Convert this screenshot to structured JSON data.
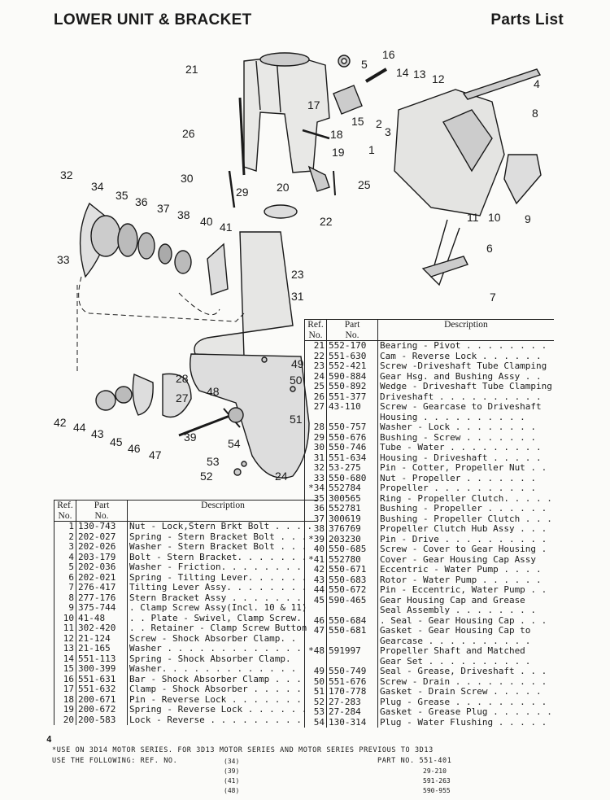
{
  "header": {
    "title": "LOWER UNIT & BRACKET",
    "right_title": "Parts List"
  },
  "callouts": [
    {
      "n": "1"
    },
    {
      "n": "2"
    },
    {
      "n": "3"
    },
    {
      "n": "4"
    },
    {
      "n": "5"
    },
    {
      "n": "6"
    },
    {
      "n": "7"
    },
    {
      "n": "8"
    },
    {
      "n": "9"
    },
    {
      "n": "10"
    },
    {
      "n": "11"
    },
    {
      "n": "12"
    },
    {
      "n": "13"
    },
    {
      "n": "14"
    },
    {
      "n": "15"
    },
    {
      "n": "16"
    },
    {
      "n": "17"
    },
    {
      "n": "18"
    },
    {
      "n": "19"
    },
    {
      "n": "20"
    },
    {
      "n": "21"
    },
    {
      "n": "22"
    },
    {
      "n": "23"
    },
    {
      "n": "24"
    },
    {
      "n": "25"
    },
    {
      "n": "26"
    },
    {
      "n": "27"
    },
    {
      "n": "28"
    },
    {
      "n": "29"
    },
    {
      "n": "30"
    },
    {
      "n": "31"
    },
    {
      "n": "32"
    },
    {
      "n": "33"
    },
    {
      "n": "34"
    },
    {
      "n": "35"
    },
    {
      "n": "36"
    },
    {
      "n": "37"
    },
    {
      "n": "38"
    },
    {
      "n": "39"
    },
    {
      "n": "40"
    },
    {
      "n": "41"
    },
    {
      "n": "42"
    },
    {
      "n": "43"
    },
    {
      "n": "44"
    },
    {
      "n": "45"
    },
    {
      "n": "46"
    },
    {
      "n": "47"
    },
    {
      "n": "48"
    },
    {
      "n": "49"
    },
    {
      "n": "50"
    },
    {
      "n": "51"
    },
    {
      "n": "52"
    },
    {
      "n": "53"
    },
    {
      "n": "54"
    }
  ],
  "table_headers": {
    "ref": "Ref.\nNo.",
    "part": "Part\nNo.",
    "desc": "Description"
  },
  "right_table": [
    {
      "ref": "21",
      "part": "552-170",
      "desc": "Bearing - Pivot . . . . . . . ."
    },
    {
      "ref": "22",
      "part": "551-630",
      "desc": "Cam - Reverse Lock . . . . . ."
    },
    {
      "ref": "23",
      "part": "552-421",
      "desc": "Screw -Driveshaft Tube Clamping"
    },
    {
      "ref": "24",
      "part": "590-884",
      "desc": "Gear Hsg. and Bushing Assy . ."
    },
    {
      "ref": "25",
      "part": "550-892",
      "desc": "Wedge - Driveshaft Tube Clamping"
    },
    {
      "ref": "26",
      "part": "551-377",
      "desc": "Driveshaft . . . . . . . . . ."
    },
    {
      "ref": "27",
      "part": "43-110",
      "desc": "Screw - Gearcase to Driveshaft"
    },
    {
      "ref": "",
      "part": "",
      "desc": "   Housing . . . . . . . . . ."
    },
    {
      "ref": "28",
      "part": "550-757",
      "desc": "Washer - Lock . . . . . . . ."
    },
    {
      "ref": "29",
      "part": "550-676",
      "desc": "Bushing - Screw . . . . . . ."
    },
    {
      "ref": "30",
      "part": "550-746",
      "desc": "Tube - Water . . . . . . . . ."
    },
    {
      "ref": "31",
      "part": "551-634",
      "desc": "Housing - Driveshaft . . . . ."
    },
    {
      "ref": "32",
      "part": "53-275",
      "desc": "Pin - Cotter, Propeller Nut . ."
    },
    {
      "ref": "33",
      "part": "550-680",
      "desc": "Nut - Propeller . . . . . . ."
    },
    {
      "ref": "*34",
      "part": "552784",
      "desc": "Propeller . . . . . . . . . ."
    },
    {
      "ref": "35",
      "part": "300565",
      "desc": "Ring - Propeller Clutch. . . . ."
    },
    {
      "ref": "36",
      "part": "552781",
      "desc": "Bushing - Propeller . . . . . ."
    },
    {
      "ref": "37",
      "part": "300619",
      "desc": "Bushing - Propeller Clutch . . ."
    },
    {
      "ref": "38",
      "part": "376769",
      "desc": "Propeller Clutch Hub Assy . . ."
    },
    {
      "ref": "*39",
      "part": "203230",
      "desc": "Pin - Drive . . . . . . . . . ."
    },
    {
      "ref": "40",
      "part": "550-685",
      "desc": "Screw - Cover to Gear Housing ."
    },
    {
      "ref": "*41",
      "part": "552780",
      "desc": "Cover - Gear Housing Cap Assy"
    },
    {
      "ref": "42",
      "part": "550-671",
      "desc": "Eccentric - Water Pump . . . ."
    },
    {
      "ref": "43",
      "part": "550-683",
      "desc": "Rotor - Water Pump . . . . . ."
    },
    {
      "ref": "44",
      "part": "550-672",
      "desc": "Pin - Eccentric, Water Pump . ."
    },
    {
      "ref": "45",
      "part": "590-465",
      "desc": "Gear Housing Cap and Grease"
    },
    {
      "ref": "",
      "part": "",
      "desc": "   Seal Assembly . . . . . . . ."
    },
    {
      "ref": "46",
      "part": "550-684",
      "desc": ". Seal - Gear Housing Cap . . ."
    },
    {
      "ref": "47",
      "part": "550-681",
      "desc": "Gasket - Gear Housing Cap to"
    },
    {
      "ref": "",
      "part": "",
      "desc": "   Gearcase . . . . . . . . . ."
    },
    {
      "ref": "*48",
      "part": "591997",
      "desc": "Propeller Shaft and Matched"
    },
    {
      "ref": "",
      "part": "",
      "desc": "   Gear Set . . . . . . . . . ."
    },
    {
      "ref": "49",
      "part": "550-749",
      "desc": "Seal - Grease, Driveshaft . . ."
    },
    {
      "ref": "50",
      "part": "551-676",
      "desc": "Screw - Drain . . . . . . . . ."
    },
    {
      "ref": "51",
      "part": "170-778",
      "desc": "Gasket - Drain Screw . . . . ."
    },
    {
      "ref": "52",
      "part": "27-283",
      "desc": "Plug - Grease . . . . . . . . ."
    },
    {
      "ref": "53",
      "part": "27-284",
      "desc": "Gasket - Grease Plug . . . . . ."
    },
    {
      "ref": "54",
      "part": "130-314",
      "desc": "Plug - Water Flushing . . . . ."
    }
  ],
  "left_table": [
    {
      "ref": "1",
      "part": "130-743",
      "desc": "Nut - Lock,Stern Brkt Bolt . . . ."
    },
    {
      "ref": "2",
      "part": "202-027",
      "desc": "Spring - Stern Bracket Bolt . . ."
    },
    {
      "ref": "3",
      "part": "202-026",
      "desc": "Washer - Stern Bracket Bolt . . ."
    },
    {
      "ref": "4",
      "part": "203-179",
      "desc": "Bolt - Stern Bracket. . . . . . ."
    },
    {
      "ref": "5",
      "part": "202-036",
      "desc": "Washer - Friction. . . . . . . ."
    },
    {
      "ref": "6",
      "part": "202-021",
      "desc": "Spring - Tilting Lever. . . . . ."
    },
    {
      "ref": "7",
      "part": "276-417",
      "desc": "Tilting Lever Assy. . . . . . . ."
    },
    {
      "ref": "8",
      "part": "277-176",
      "desc": "Stern Bracket Assy . . . . . . ."
    },
    {
      "ref": "9",
      "part": "375-744",
      "desc": ". Clamp Screw Assy(Incl. 10 & 11)"
    },
    {
      "ref": "10",
      "part": "41-48",
      "desc": ". . Plate - Swivel, Clamp Screw."
    },
    {
      "ref": "11",
      "part": "302-420",
      "desc": ". . Retainer - Clamp Screw Button"
    },
    {
      "ref": "12",
      "part": "21-124",
      "desc": "Screw - Shock Absorber Clamp. ."
    },
    {
      "ref": "13",
      "part": "21-165",
      "desc": "Washer . . . . . . . . . . . . ."
    },
    {
      "ref": "14",
      "part": "551-113",
      "desc": "Spring - Shock Absorber Clamp."
    },
    {
      "ref": "15",
      "part": "300-399",
      "desc": "Washer. . . . . . . . . . . . ."
    },
    {
      "ref": "16",
      "part": "551-631",
      "desc": "Bar - Shock Absorber Clamp . . ."
    },
    {
      "ref": "17",
      "part": "551-632",
      "desc": "Clamp - Shock Absorber . . . . ."
    },
    {
      "ref": "18",
      "part": "200-671",
      "desc": "Pin - Reverse Lock . . . . . . ."
    },
    {
      "ref": "19",
      "part": "200-672",
      "desc": "Spring - Reverse Lock . . . . . ."
    },
    {
      "ref": "20",
      "part": "200-583",
      "desc": "Lock - Reverse . . . . . . . . ."
    }
  ],
  "footnote": {
    "line1": "*USE ON 3D14 MOTOR SERIES.  FOR 3D13 MOTOR SERIES AND MOTOR SERIES PREVIOUS TO 3D13",
    "line2": " USE THE FOLLOWING:  REF. NO.",
    "part_header": "PART NO. 551-401",
    "refs": [
      "(34)",
      "(39)",
      "(41)",
      "(48)"
    ],
    "parts": [
      "29-210",
      "591-263",
      "590-955"
    ]
  },
  "page_number": "4"
}
